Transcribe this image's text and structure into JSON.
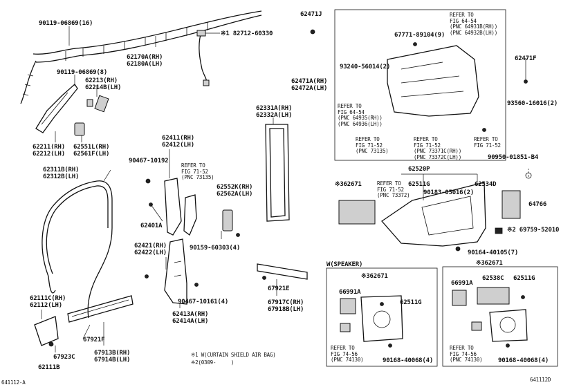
{
  "labels": {
    "p90119_16": "90119-06869(16)",
    "p82712": "※1 82712-60330",
    "p62170": "62170A(RH)\n62180A(LH)",
    "p90119_8": "90119-06869(8)",
    "p62213": "62213(RH)\n62214B(LH)",
    "p62211": "62211(RH)\n62212(LH)",
    "p62551": "62551L(RH)\n62561F(LH)",
    "p62471J": "62471J",
    "refer_64_54_top": "REFER TO\nFIG 64-54\n(PNC 64931B(RH))\n(PNC 64932B(LH))",
    "p67771": "67771-89104(9)",
    "p62471F": "62471F",
    "p93240": "93240-56014(2)",
    "p62471A": "62471A(RH)\n62472A(LH)",
    "refer_64_54_mid": "REFER TO\nFIG 64-54\n(PNC 64935(RH))\n(PNC 64936(LH))",
    "p93560": "93560-16016(2)",
    "refer_71_52_a": "REFER TO\nFIG 71-52\n(PNC 73135)",
    "refer_71_52_b": "REFER TO\nFIG 71-52\n(PNC 73371C(RH))\n(PNC 73372C(LH))",
    "refer_71_52_c": "REFER TO\nFIG 71-52",
    "p62331A": "62331A(RH)\n62332A(LH)",
    "p62411": "62411(RH)\n62412(LH)",
    "p90467_10192": "90467-10192",
    "refer_71_52_d": "REFER TO\nFIG 71-52\n(PNC 73135)",
    "p62311B": "62311B(RH)\n62312B(LH)",
    "p62552K": "62552K(RH)\n62562A(LH)",
    "p62401A": "62401A",
    "p90159": "90159-60303(4)",
    "p62421": "62421(RH)\n62422(LH)",
    "p90467_10161": "90467-10161(4)",
    "p62413A": "62413A(RH)\n62414A(LH)",
    "p62111C": "62111C(RH)\n62112(LH)",
    "p67921E": "67921E",
    "p67917C": "67917C(RH)\n67918B(LH)",
    "p67921F": "67921F",
    "p67923C": "67923C",
    "p67913B": "67913B(RH)\n67914B(LH)",
    "p62111B": "62111B",
    "note1": "※1 W(CURTAIN SHIELD AIR BAG)",
    "note2": "※2(0309-     )",
    "p90950": "90950-01851-B4",
    "p62520P": "62520P",
    "p362671_left": "※362671",
    "refer_71_52_e": "REFER TO\nFIG 71-52\n(PNC 73372)",
    "p62511G_top": "62511G",
    "p90183": "90183-05016(2)",
    "p62534D": "62534D",
    "p64766": "64766",
    "p69759": "※2 69759-52010",
    "p90164": "90164-40105(7)",
    "w_speaker": "W(SPEAKER)",
    "p362671_box1": "※362671",
    "p362671_box2": "※362671",
    "p66991A_1": "66991A",
    "p62511G_1": "62511G",
    "refer_74_56_1": "REFER TO\nFIG 74-56\n(PNC 74130)",
    "p90168_1": "90168-40068(4)",
    "p66991A_2": "66991A",
    "p62538C": "62538C",
    "p62511G_2": "62511G",
    "refer_74_56_2": "REFER TO\nFIG 74-56\n(PNC 74130)",
    "p90168_2": "90168-40068(4)",
    "footer_left": "641112-A",
    "footer_right": "641112D"
  }
}
